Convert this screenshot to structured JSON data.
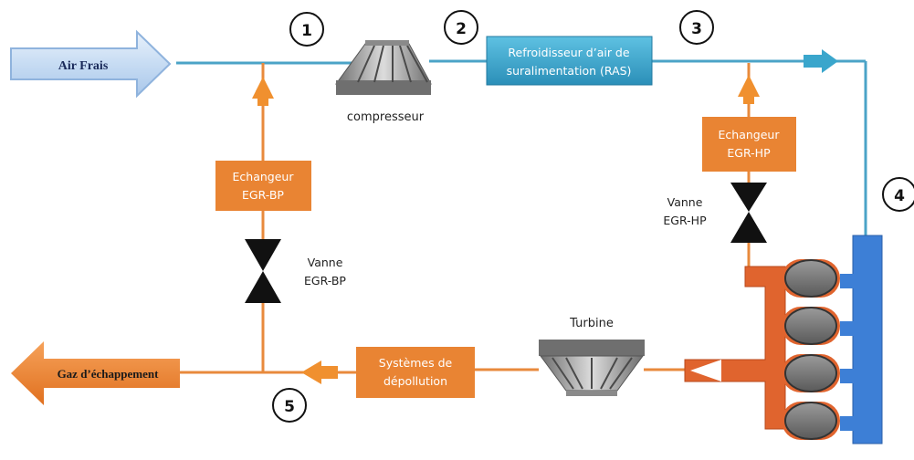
{
  "markers": {
    "m1": "1",
    "m2": "2",
    "m3": "3",
    "m4": "4",
    "m5": "5"
  },
  "arrows": {
    "fresh_air": "Air Frais",
    "exhaust": "Gaz d’échappement"
  },
  "components": {
    "compressor": "compresseur",
    "turbine": "Turbine",
    "charge_air_cooler": {
      "line1": "Refroidisseur d’air de",
      "line2": "suralimentation (RAS)"
    },
    "egr_bp_exchanger": {
      "line1": "Echangeur",
      "line2": "EGR-BP"
    },
    "egr_hp_exchanger": {
      "line1": "Echangeur",
      "line2": "EGR-HP"
    },
    "egr_bp_valve": {
      "line1": "Vanne",
      "line2": "EGR-BP"
    },
    "egr_hp_valve": {
      "line1": "Vanne",
      "line2": "EGR-HP"
    },
    "aftertreatment": {
      "line1": "Systèmes de",
      "line2": "dépollution"
    }
  },
  "colors": {
    "intake_line": "#4ba3c7",
    "exhaust_line": "#e88a3c",
    "egr_box": "#e98433",
    "cooler_box": "#3aa6cc",
    "engine_intake": "#3d7fd6",
    "engine_exhaust": "#e0642e"
  }
}
